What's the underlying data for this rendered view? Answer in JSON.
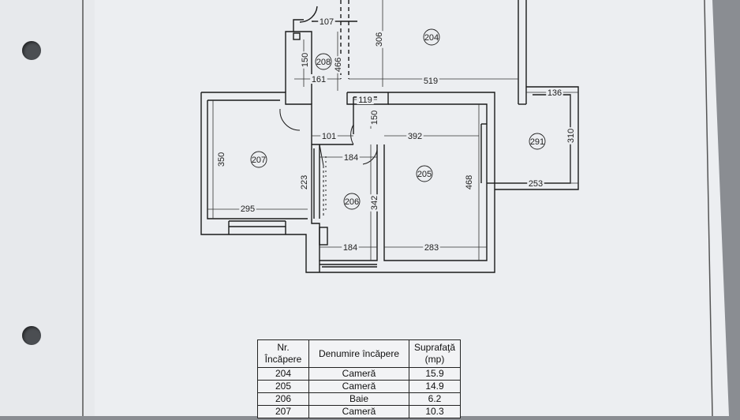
{
  "plan": {
    "rooms": [
      {
        "id": "204"
      },
      {
        "id": "208"
      },
      {
        "id": "207"
      },
      {
        "id": "206"
      },
      {
        "id": "205"
      },
      {
        "id": "291"
      }
    ],
    "dimensions": [
      "107",
      "306",
      "466",
      "150",
      "161",
      "519",
      "136",
      "119",
      "150",
      "101",
      "392",
      "310",
      "350",
      "184",
      "223",
      "342",
      "468",
      "253",
      "295",
      "184",
      "283"
    ]
  },
  "table": {
    "headers": [
      "Nr.\nÎncăpere",
      "Denumire încăpere",
      "Suprafaţă\n(mp)"
    ],
    "rows": [
      {
        "nr": "204",
        "name": "Cameră",
        "area": "15.9"
      },
      {
        "nr": "205",
        "name": "Cameră",
        "area": "14.9"
      },
      {
        "nr": "206",
        "name": "Baie",
        "area": "6.2"
      },
      {
        "nr": "207",
        "name": "Cameră",
        "area": "10.3"
      }
    ]
  }
}
